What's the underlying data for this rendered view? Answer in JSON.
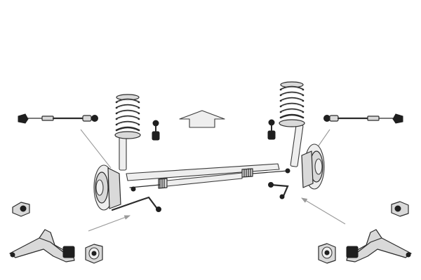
{
  "figure": {
    "kind": "front suspension exploded parts diagram",
    "colors": {
      "outline": "#2b2b2b",
      "part_fill": "#d9d9d9",
      "part_fill_light": "#eeeeee",
      "dark_parts": "#1f1f1f",
      "pointer_lines": "#9a9a9a"
    },
    "parts": [
      {
        "name": "tie-rod-end",
        "side": "left"
      },
      {
        "name": "tie-rod-end",
        "side": "right"
      },
      {
        "name": "coil-spring-strut",
        "side": "left"
      },
      {
        "name": "coil-spring-strut",
        "side": "right"
      },
      {
        "name": "stabilizer-link",
        "side": "left"
      },
      {
        "name": "stabilizer-link",
        "side": "right"
      },
      {
        "name": "steering-rack",
        "side": "center"
      },
      {
        "name": "wheel-hub-brake-disc",
        "side": "left"
      },
      {
        "name": "wheel-hub-brake-disc",
        "side": "right"
      },
      {
        "name": "control-arm",
        "side": "left"
      },
      {
        "name": "control-arm",
        "side": "right"
      },
      {
        "name": "control-arm-bushing",
        "side": "left"
      },
      {
        "name": "control-arm-bushing",
        "side": "right"
      },
      {
        "name": "forward-direction-arrow",
        "side": "center"
      }
    ]
  }
}
